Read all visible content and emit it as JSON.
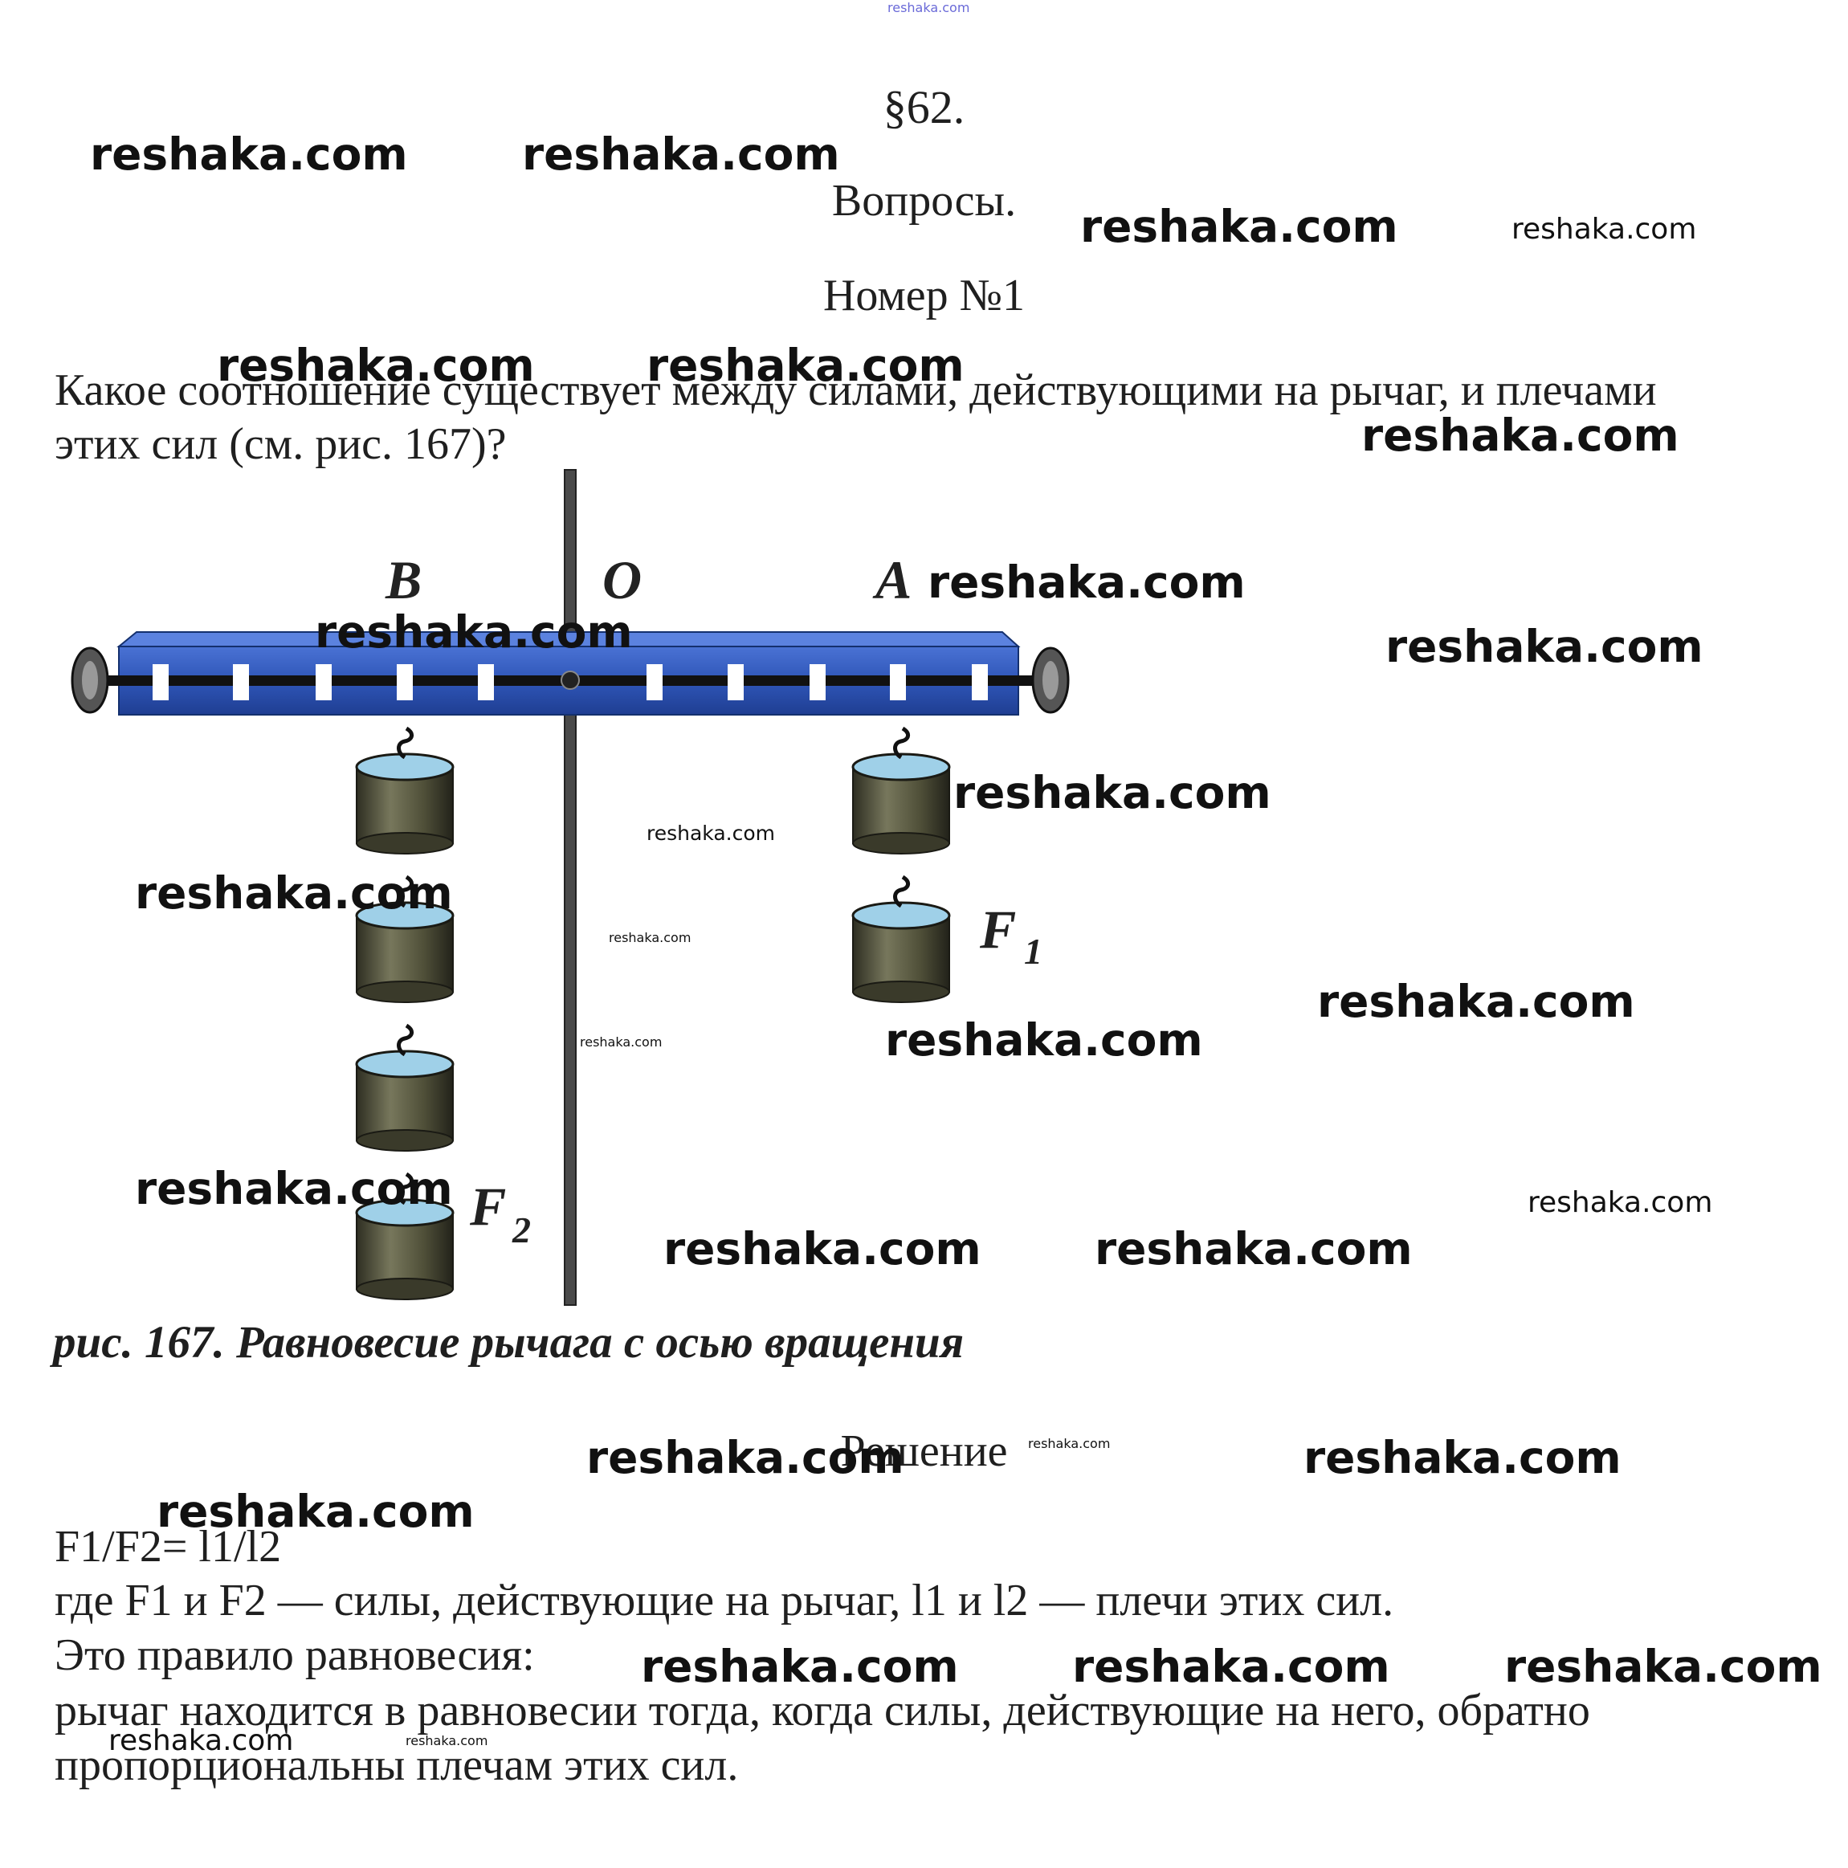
{
  "header": {
    "section": "§62.",
    "subtitle": "Вопросы.",
    "number": "Номер №1"
  },
  "question": {
    "line1": "Какое соотношение существует между силами, действующими на рычаг, и плечами",
    "line2": "этих сил (см. рис. 167)?"
  },
  "figure": {
    "label_b": "B",
    "label_o": "O",
    "label_a": "A",
    "label_f1": "F",
    "label_f1_sub": "1",
    "label_f2": "F",
    "label_f2_sub": "2",
    "caption": "рис. 167. Равновесие рычага с осью вращения",
    "colors": {
      "lever": "#2f56b8",
      "weight": "#4f4f38",
      "water": "#9fd0e8",
      "rod": "#444444"
    }
  },
  "solution": {
    "heading": "Решение",
    "formula": "F1/F2= l1/l2",
    "line1": "где F1 и F2 — силы, действующие на рычаг, l1 и l2 — плечи этих сил.",
    "line2": "Это правило равновесия:",
    "line3": "рычаг находится в равновесии тогда, когда силы, действующие на него, обратно",
    "line4": "пропорциональны плечам этих сил."
  },
  "watermark": "reshaka.com"
}
